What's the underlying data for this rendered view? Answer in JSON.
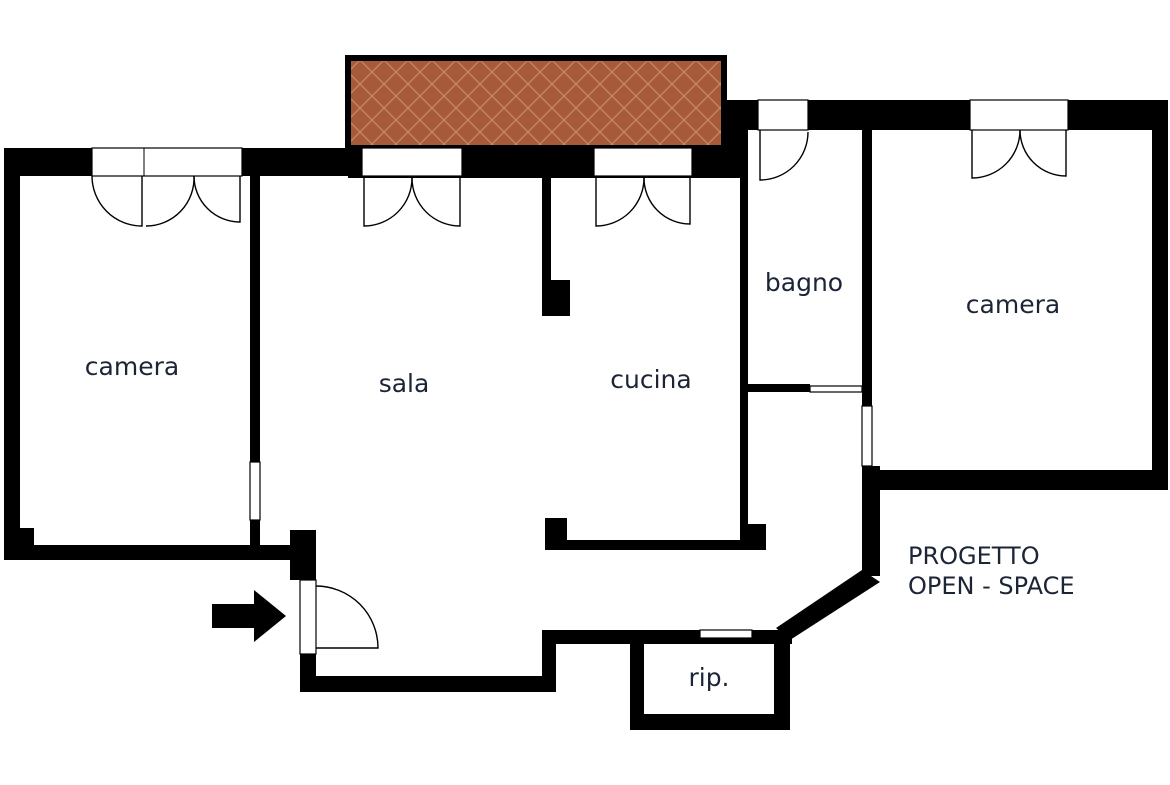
{
  "rooms": {
    "camera_left": "camera",
    "sala": "sala",
    "cucina": "cucina",
    "bagno": "bagno",
    "camera_right": "camera",
    "ripostiglio": "rip."
  },
  "note": {
    "line1": "PROGETTO",
    "line2": "OPEN - SPACE"
  },
  "colors": {
    "wall": "#000000",
    "terrace": "#a65a3a",
    "terrace_line": "#c98a6a",
    "text": "#1c2536"
  },
  "icons": {
    "entrance": "arrow-right-icon"
  }
}
